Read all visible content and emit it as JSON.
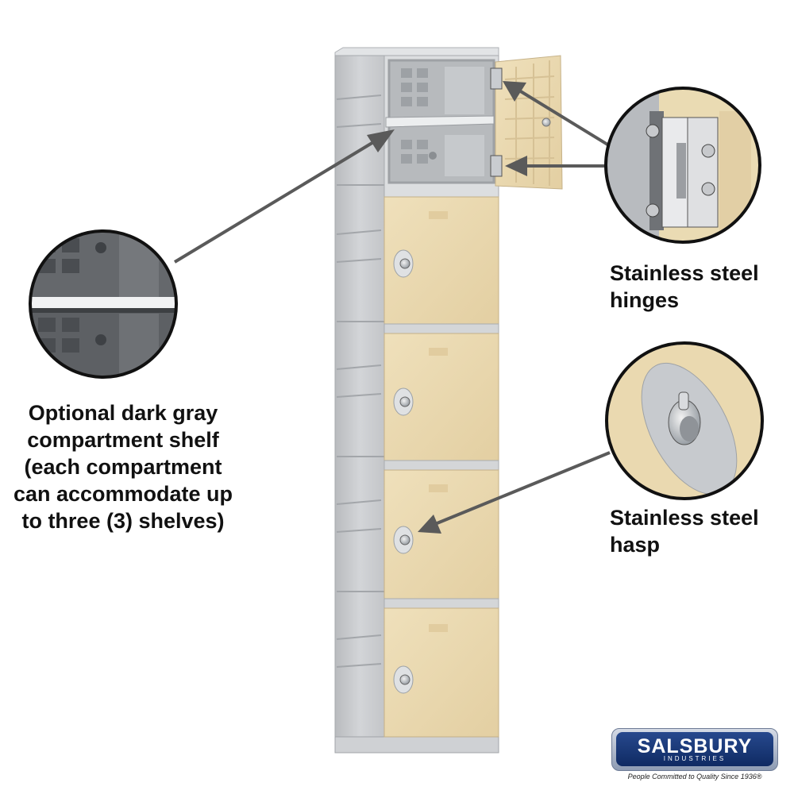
{
  "captions": {
    "shelf": [
      "Optional dark gray",
      "compartment shelf",
      "(each compartment",
      "can accommodate up",
      "to three (3) shelves)"
    ],
    "hinges": [
      "Stainless steel",
      "hinges"
    ],
    "hasp": [
      "Stainless steel",
      "hasp"
    ]
  },
  "logo": {
    "name": "SALSBURY",
    "subtitle": "INDUSTRIES",
    "tagline": "People Committed to Quality Since 1936®"
  },
  "colors": {
    "door": "#ead9b0",
    "body": "#c9cbce",
    "frame": "#d8dadc",
    "arrow": "#5a5a5a",
    "logo_blue": "#1a3a7c"
  }
}
